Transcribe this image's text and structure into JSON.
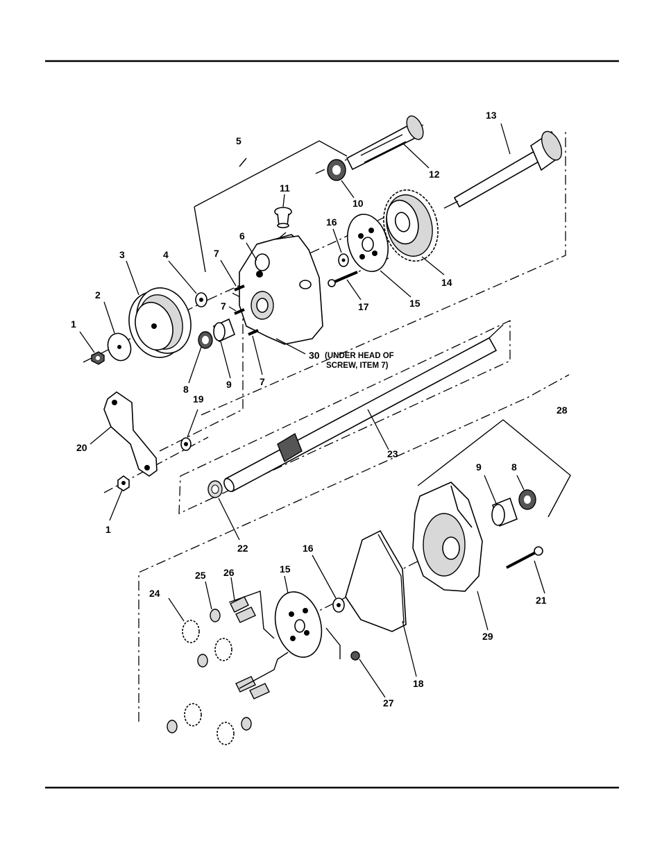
{
  "labels": {
    "l1a": "1",
    "l1b": "1",
    "l2": "2",
    "l3": "3",
    "l4": "4",
    "l5": "5",
    "l6": "6",
    "l7a": "7",
    "l7b": "7",
    "l7c": "7",
    "l8a": "8",
    "l8b": "8",
    "l9a": "9",
    "l9b": "9",
    "l10": "10",
    "l11": "11",
    "l12": "12",
    "l13": "13",
    "l14": "14",
    "l15a": "15",
    "l15b": "15",
    "l16a": "16",
    "l16b": "16",
    "l17": "17",
    "l18": "18",
    "l19": "19",
    "l20": "20",
    "l21": "21",
    "l22": "22",
    "l23": "23",
    "l24": "24",
    "l25": "25",
    "l26": "26",
    "l27": "27",
    "l28": "28",
    "l29": "29",
    "l30": "30"
  },
  "note": {
    "line1": "(UNDER HEAD OF",
    "line2": "SCREW, ITEM 7)"
  },
  "colors": {
    "ink": "#000000",
    "paper": "#ffffff"
  }
}
